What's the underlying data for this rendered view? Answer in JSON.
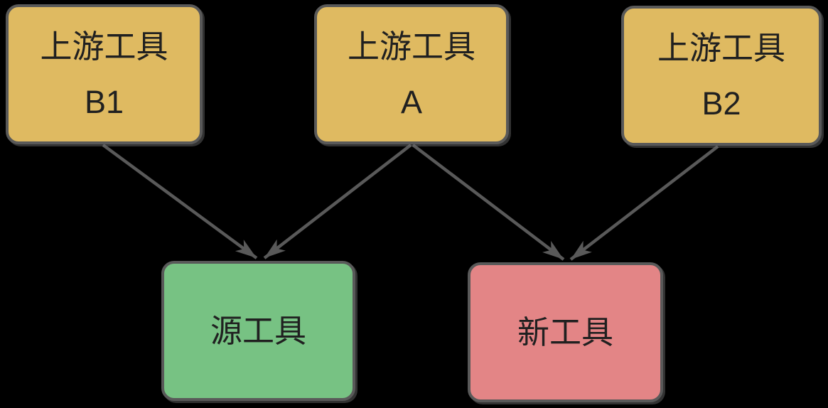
{
  "diagram_title": "tool-migration-dependency-diagram",
  "colors": {
    "background": "#000000",
    "upstream_fill": "#DFBA61",
    "source_fill": "#77C283",
    "new_fill": "#E38586",
    "border": "#595959",
    "arrow": "#595959",
    "text": "#202020"
  },
  "nodes": [
    {
      "id": "upstream-b1",
      "title": "上游工具",
      "subtitle": "B1"
    },
    {
      "id": "upstream-a",
      "title": "上游工具",
      "subtitle": "A"
    },
    {
      "id": "upstream-b2",
      "title": "上游工具",
      "subtitle": "B2"
    },
    {
      "id": "source-tool",
      "title": "源工具"
    },
    {
      "id": "new-tool",
      "title": "新工具"
    }
  ],
  "edges": [
    {
      "from": "upstream-b1",
      "to": "source-tool"
    },
    {
      "from": "upstream-a",
      "to": "source-tool"
    },
    {
      "from": "upstream-a",
      "to": "new-tool"
    },
    {
      "from": "upstream-b2",
      "to": "new-tool"
    }
  ]
}
